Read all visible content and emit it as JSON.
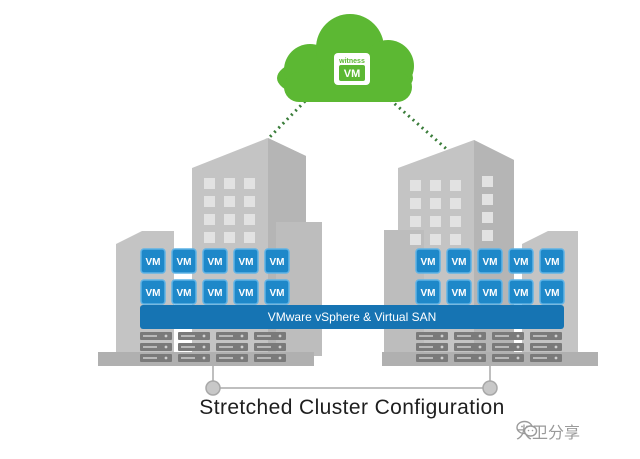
{
  "witness": {
    "label": "witness",
    "vm": "VM"
  },
  "cluster": {
    "vm_label": "VM",
    "band_label": "VMware vSphere & Virtual SAN"
  },
  "caption": "Stretched Cluster Configuration",
  "watermark": {
    "text": "大卫分享",
    "icon": "wechat-icon"
  },
  "colors": {
    "cloud": "#5cb833",
    "building": "#c9c9c9",
    "window": "#e3e3e3",
    "vm_tile": "#1e88c9",
    "band": "#1674b3",
    "server": "#7a7a7a",
    "link": "#3a7d3a"
  }
}
